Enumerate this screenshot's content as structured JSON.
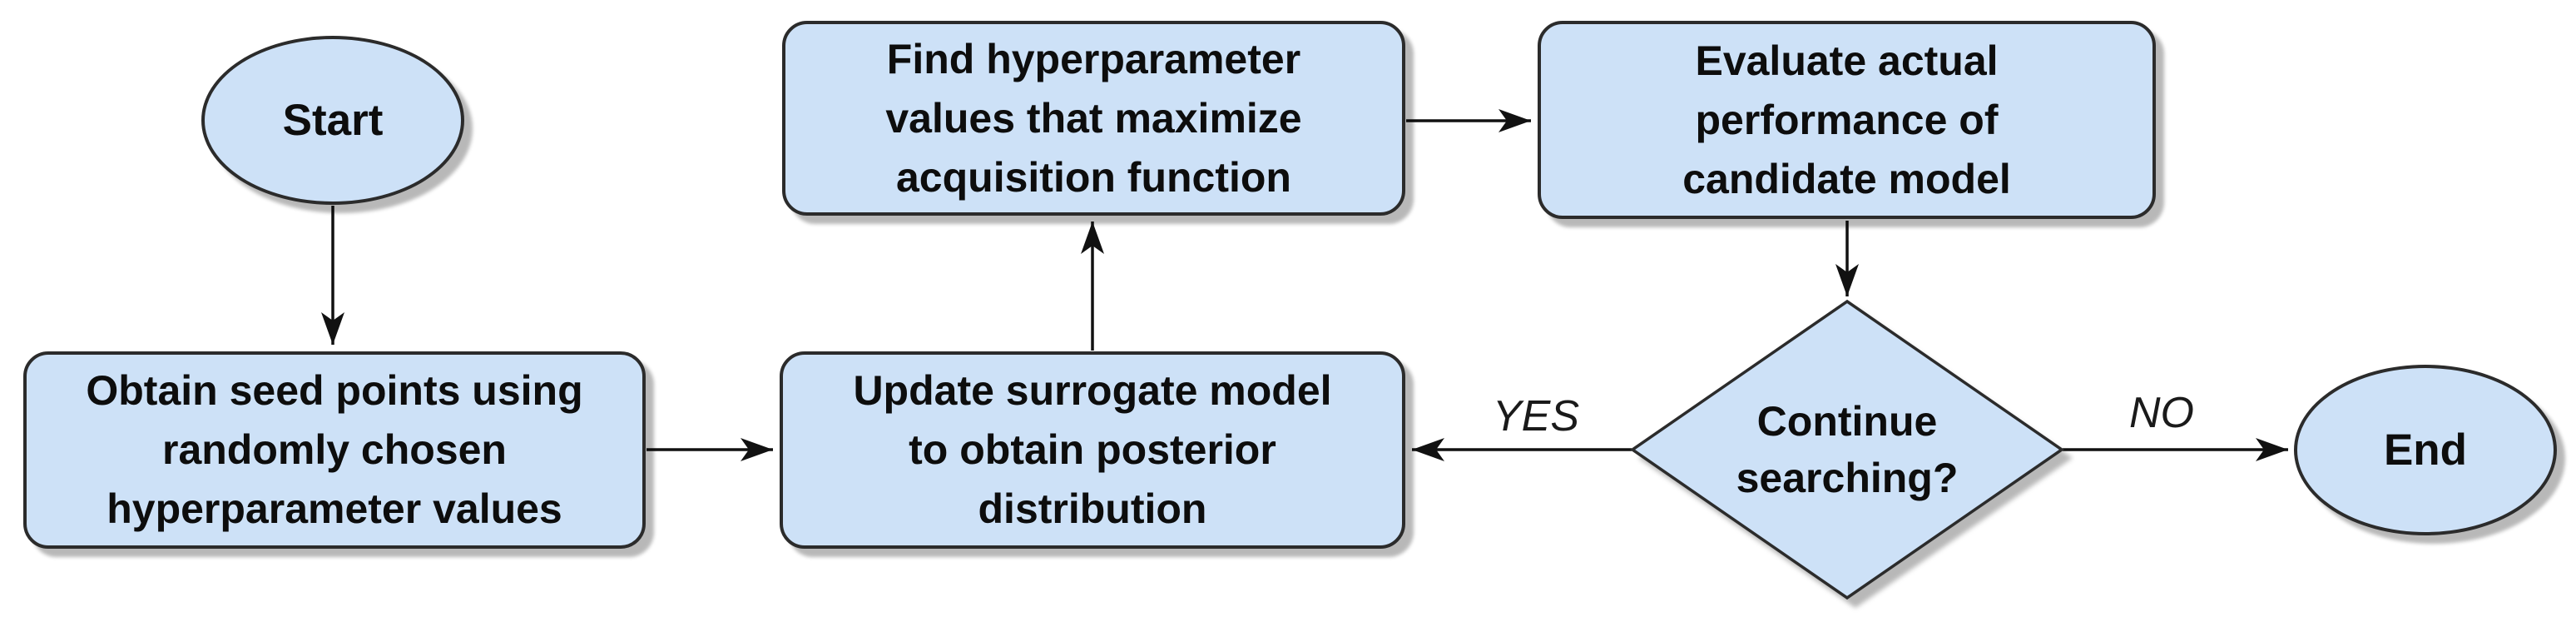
{
  "colors": {
    "node_fill": "#cde1f7",
    "node_border": "#2b2b2b",
    "connector": "#111111",
    "text": "#0d0d0d",
    "edge_label": "#1a1a1a",
    "bg": "#ffffff",
    "shadow": "rgba(0,0,0,0.28)"
  },
  "nodes": {
    "start": {
      "shape": "ellipse",
      "label": "Start"
    },
    "obtain_seed_points": {
      "shape": "rounded-rect",
      "label": "Obtain seed points using\nrandomly chosen\nhyperparameter values"
    },
    "update_surrogate": {
      "shape": "rounded-rect",
      "label": "Update surrogate model\nto obtain posterior\ndistribution"
    },
    "find_hyperparameter": {
      "shape": "rounded-rect",
      "label": "Find hyperparameter\nvalues that maximize\nacquisition function"
    },
    "evaluate_performance": {
      "shape": "rounded-rect",
      "label": "Evaluate actual\nperformance of\ncandidate model"
    },
    "continue_searching": {
      "shape": "diamond",
      "label": "Continue\nsearching?"
    },
    "end": {
      "shape": "ellipse",
      "label": "End"
    }
  },
  "edge_labels": {
    "yes": "YES",
    "no": "NO"
  }
}
